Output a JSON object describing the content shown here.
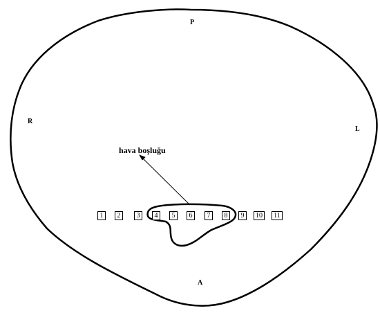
{
  "orientation": {
    "posterior": "P",
    "anterior": "A",
    "right": "R",
    "left": "L"
  },
  "air_cavity_label": "hava boşluğu",
  "measurement_points": [
    "1",
    "2",
    "3",
    "4",
    "5",
    "6",
    "7",
    "8",
    "9",
    "10",
    "11"
  ],
  "colors": {
    "stroke": "#000000",
    "background": "#ffffff"
  }
}
